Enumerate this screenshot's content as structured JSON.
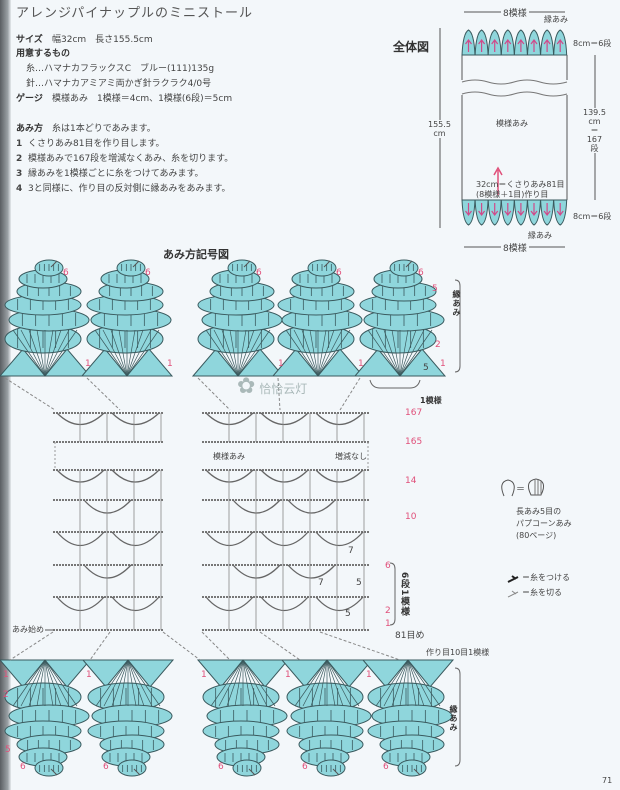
{
  "title": "アレンジパイナップルのミニストール",
  "specs": {
    "size_label": "サイズ",
    "size_value": "幅32cm　長さ155.5cm",
    "materials_label": "用意するもの",
    "yarn": "糸…ハマナカフラックスC　ブルー(111)135g",
    "hook": "針…ハマナカアミアミ両かぎ針ラクラク4/0号",
    "gauge_label": "ゲージ",
    "gauge_value": "模様あみ　1模様＝4cm、1模様(6段)＝5cm"
  },
  "instructions": {
    "label": "あみ方",
    "note": "糸は1本どりであみます。",
    "steps": [
      {
        "n": "1",
        "text": "くさりあみ81目を作り目します。"
      },
      {
        "n": "2",
        "text": "模様あみで167段を増減なくあみ、糸を切ります。"
      },
      {
        "n": "3",
        "text": "縁あみを1模様ごとに糸をつけてあみます。"
      },
      {
        "n": "4",
        "text": "3と同様に、作り目の反対側に縁あみをあみます。"
      }
    ]
  },
  "overall": {
    "label": "全体図",
    "top_width": "8模様",
    "top_edge": "縁あみ",
    "top_edge_size": "8cm＝6段",
    "length": "155.5",
    "length_unit": "cm",
    "body": "模様あみ",
    "body_len": "139.5",
    "body_unit": "cm",
    "body_eq": "＝",
    "body_rows": "167",
    "body_rows_unit": "段",
    "chain": "32cm＝くさりあみ81目",
    "chain2": "(8模様＋1目)作り目",
    "bottom_edge_size": "8cm＝6段",
    "bottom_edge": "縁あみ",
    "bottom_width": "8模様"
  },
  "chart": {
    "title": "あみ方記号図",
    "edge_label": "縁あみ",
    "repeat_label": "1模様",
    "pattern_label": "模様あみ",
    "no_change": "増減なし",
    "rows_repeat": "6段1模様",
    "start": "あみ始め",
    "last_stitch": "81目め",
    "chain_repeat": "作り目10目1模様",
    "row_labels": [
      "167",
      "165",
      "14",
      "10",
      "6",
      "2",
      "1"
    ],
    "top_shell_labels": {
      "top": "6",
      "bottom": "1",
      "r5": "5",
      "r2": "2",
      "inner": "5"
    },
    "bottom_shell_labels": {
      "r1": "1",
      "r2": "2",
      "r5": "5",
      "r6": "6"
    },
    "grid_numbers": [
      "7",
      "7",
      "5",
      "5"
    ],
    "shell_color": "#8fd6dc",
    "row_color": "#e0507a"
  },
  "legend": {
    "popcorn_eq": "＝",
    "popcorn_1": "長あみ5目の",
    "popcorn_2": "パプコーンあみ",
    "popcorn_3": "(80ページ)",
    "attach": "＝糸をつける",
    "cut": "＝糸を切る"
  },
  "watermark": "恰恰云灯",
  "page_number": "71"
}
